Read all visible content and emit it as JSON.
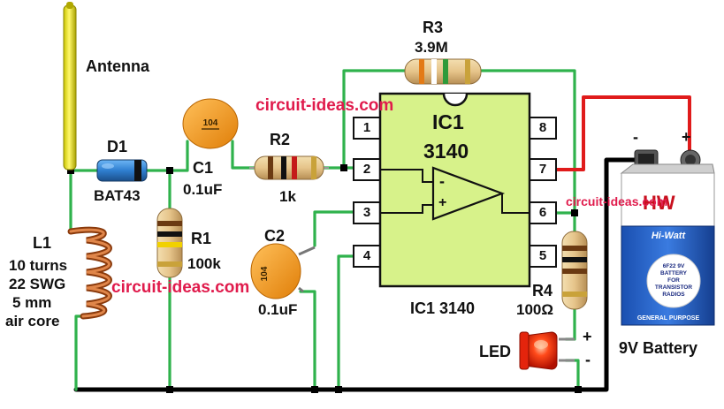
{
  "labels": {
    "antenna": "Antenna",
    "d1": "D1",
    "d1_part": "BAT43",
    "c1": "C1",
    "c1_value": "0.1uF",
    "c1_code": "104",
    "r2": "R2",
    "r2_value": "1k",
    "r1": "R1",
    "r1_value": "100k",
    "c2": "C2",
    "c2_value": "0.1uF",
    "c2_code": "104",
    "r3": "R3",
    "r3_value": "3.9M",
    "r4": "R4",
    "r4_value": "100Ω",
    "l1": "L1",
    "l1_spec": [
      "10 turns",
      "22 SWG",
      "5 mm",
      "air core"
    ],
    "ic_title": [
      "IC1",
      "3140"
    ],
    "ic_caption": "IC1 3140",
    "led": "LED",
    "led_plus": "+",
    "led_minus": "-",
    "battery": "9V Battery",
    "battery_minus": "-",
    "battery_plus": "+"
  },
  "ic_pins": {
    "left": [
      "1",
      "2",
      "3",
      "4"
    ],
    "right": [
      "8",
      "7",
      "6",
      "5"
    ]
  },
  "opamp": {
    "inverting": "-",
    "noninverting": "+"
  },
  "battery_print": {
    "brand": "HW",
    "brand_line": "Hi-Watt",
    "spec": [
      "6F22 9V",
      "BATTERY",
      "FOR",
      "TRANSISTOR",
      "RADIOS"
    ],
    "footer": "GENERAL PURPOSE"
  },
  "watermarks": [
    "circuit-ideas.com",
    "circuit-ideas.com",
    "circuit-ideas.com"
  ],
  "colors": {
    "wire_green": "#2fb24c",
    "wire_black": "#000000",
    "wire_red": "#e01b1b",
    "ic_body": "#d7f28a",
    "watermark": "#e01b4c",
    "cap_orange": "#f29a1c",
    "coil_copper": "#c8581c",
    "diode_blue": "#2f7fd0",
    "led_red": "#ff2b1a"
  }
}
